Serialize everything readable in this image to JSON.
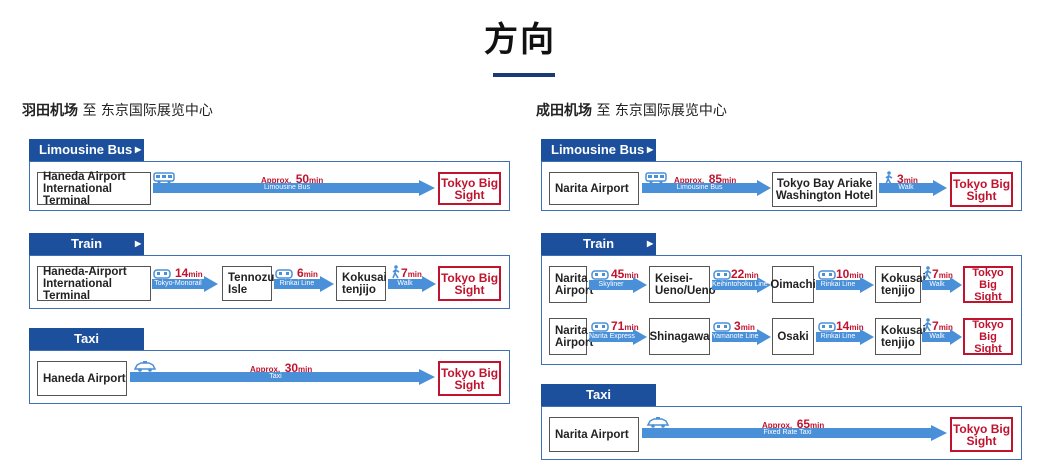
{
  "title": "方向",
  "haneda": {
    "origin_bold": "羽田机场",
    "origin_rest": " 至 东京国际展览中心",
    "bus": {
      "header": "Limousine Bus",
      "origin": "Haneda Airport International Terminal",
      "time_prefix": "Approx.",
      "time_num": "50",
      "time_unit": "min",
      "mode": "Limousine Bus",
      "dest": "Tokyo Big Sight"
    },
    "train": {
      "header": "Train",
      "origin": "Haneda-Airport International Terminal",
      "leg1_time": "14",
      "leg1_mode": "Tokyo-Monorail",
      "stop1": "Tennozu Isle",
      "leg2_time": "6",
      "leg2_mode": "Rinkai Line",
      "stop2": "Kokusai tenjijo",
      "leg3_time": "7",
      "leg3_mode": "Walk",
      "unit": "min",
      "dest": "Tokyo Big Sight"
    },
    "taxi": {
      "header": "Taxi",
      "origin": "Haneda Airport",
      "time_prefix": "Approx.",
      "time_num": "30",
      "time_unit": "min",
      "mode": "Taxi",
      "dest": "Tokyo Big Sight"
    }
  },
  "narita": {
    "origin_bold": "成田机场",
    "origin_rest": " 至 东京国际展览中心",
    "bus": {
      "header": "Limousine Bus",
      "origin": "Narita Airport",
      "time_prefix": "Approx.",
      "time_num": "85",
      "time_unit": "min",
      "mode": "Limousine Bus",
      "stop1": "Tokyo Bay Ariake Washington Hotel",
      "leg2_time": "3",
      "leg2_mode": "Walk",
      "dest": "Tokyo Big Sight"
    },
    "train": {
      "header": "Train",
      "unit": "min",
      "row1": {
        "origin": "Narita Airport",
        "leg1_time": "45",
        "leg1_mode": "Skyliner",
        "stop1": "Keisei-Ueno/Ueno",
        "leg2_time": "22",
        "leg2_mode": "Keihintohoku Line",
        "stop2": "Oimachi",
        "leg3_time": "10",
        "leg3_mode": "Rinkai Line",
        "stop3": "Kokusai tenjijo",
        "leg4_time": "7",
        "leg4_mode": "Walk",
        "dest": "Tokyo Big Sight"
      },
      "row2": {
        "origin": "Narita Airport",
        "leg1_time": "71",
        "leg1_mode": "Narita Express",
        "stop1": "Shinagawa",
        "leg2_time": "3",
        "leg2_mode": "Yamanote Line",
        "stop2": "Osaki",
        "leg3_time": "14",
        "leg3_mode": "Rinkai Line",
        "stop3": "Kokusai tenjijo",
        "leg4_time": "7",
        "leg4_mode": "Walk",
        "dest": "Tokyo Big Sight"
      }
    },
    "taxi": {
      "header": "Taxi",
      "origin": "Narita Airport",
      "time_prefix": "Approx.",
      "time_num": "65",
      "time_unit": "min",
      "mode": "Fixed Rate Taxi",
      "dest": "Tokyo Big Sight"
    }
  },
  "colors": {
    "header_blue": "#1c4f9c",
    "arrow_blue": "#4a90d9",
    "dest_red": "#c0132e",
    "title_rule": "#1b3a7a"
  },
  "icons": {
    "bus": "bus-icon",
    "train": "train-icon",
    "walk": "walk-icon",
    "taxi": "taxi-icon",
    "header_arrow": "triangle-right-icon"
  }
}
